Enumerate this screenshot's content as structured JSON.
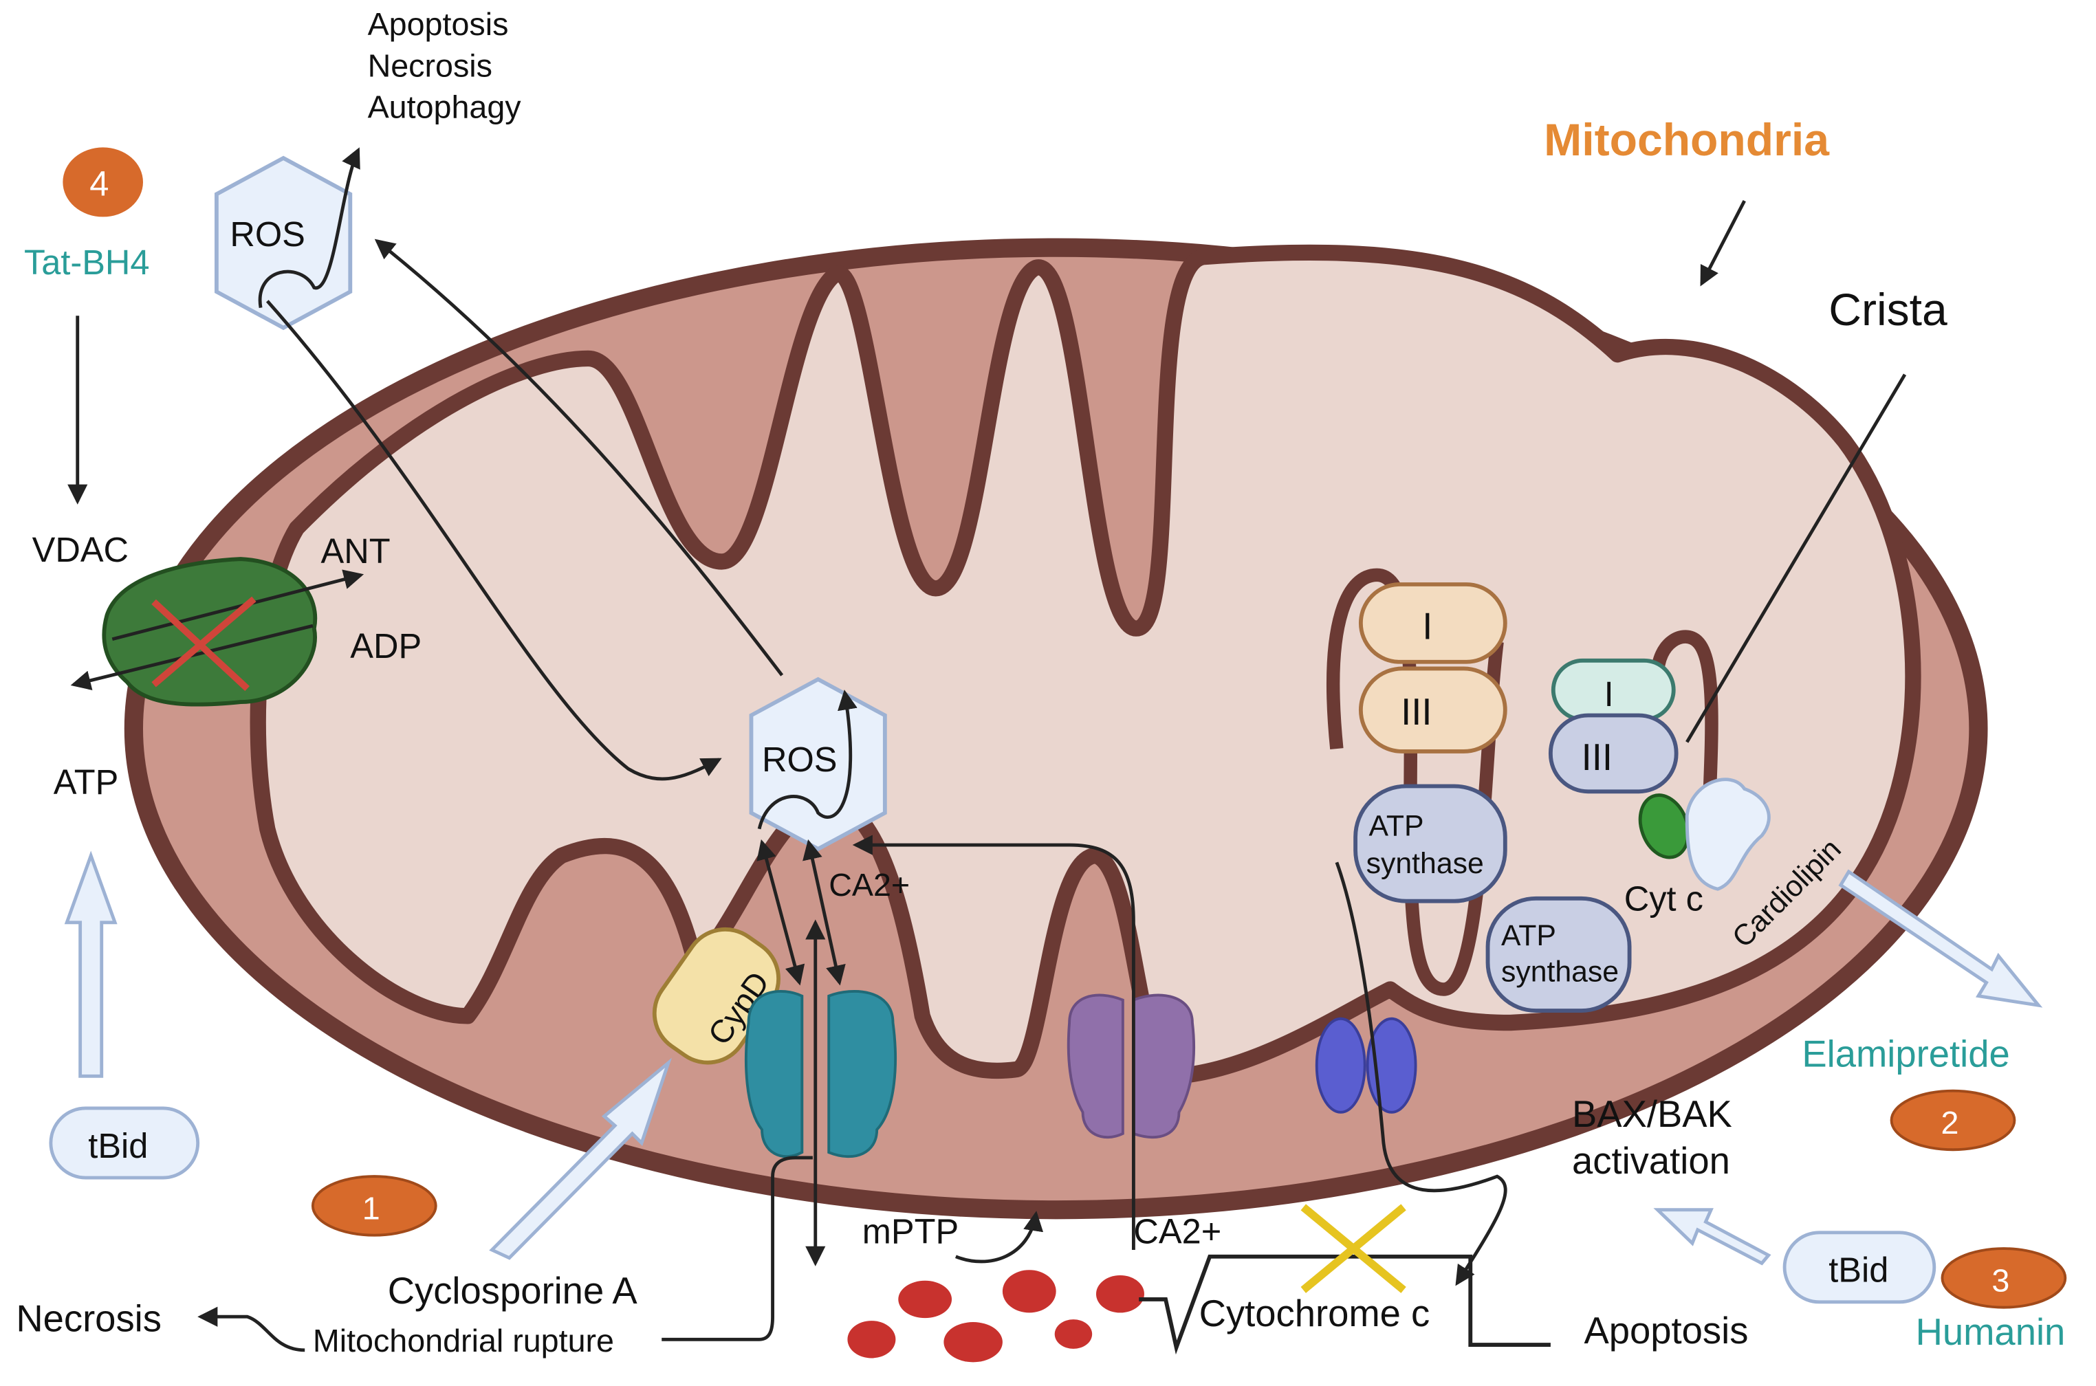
{
  "title": "Mitochondria",
  "crista_label": "Crista",
  "ros_top": "ROS",
  "ros_center": "ROS",
  "outcomes": [
    "Apoptosis",
    "Necrosis",
    "Autophagy"
  ],
  "left": {
    "badge": "4",
    "drug": "Tat-BH4",
    "vdac": "VDAC",
    "ant": "ANT",
    "adp": "ADP",
    "atp": "ATP",
    "tbid": "tBid"
  },
  "inner": {
    "complex_I_a": "I",
    "complex_III_a": "III",
    "complex_I_b": "I",
    "complex_III_b": "III",
    "atp_synthase_a_l1": "ATP",
    "atp_synthase_a_l2": "synthase",
    "atp_synthase_b_l1": "ATP",
    "atp_synthase_b_l2": "synthase",
    "cyt_c": "Cyt c",
    "cardiolipin": "Cardiolipin",
    "cypd": "CypD",
    "ca_inner": "CA2+"
  },
  "bottom": {
    "badge1": "1",
    "cyclosporine": "Cyclosporine A",
    "necrosis": "Necrosis",
    "rupture": "Mitochondrial rupture",
    "mptp": "mPTP",
    "ca_outer": "CA2+",
    "cytochrome": "Cytochrome c",
    "apoptosis": "Apoptosis"
  },
  "right": {
    "elamipretide": "Elamipretide",
    "badge2": "2",
    "baxbak_l1": "BAX/BAK",
    "baxbak_l2": "activation",
    "tbid": "tBid",
    "badge3": "3",
    "humanin": "Humanin"
  },
  "colors": {
    "outer_membrane": "#6b3a34",
    "intermembrane": "#cc978c",
    "matrix": "#ead6cf",
    "badge": "#d76a2b",
    "teal_text": "#2a9d99",
    "orange_title": "#e58a34",
    "light_blue": "#e8f0fb",
    "light_blue_stroke": "#9db2d4"
  }
}
